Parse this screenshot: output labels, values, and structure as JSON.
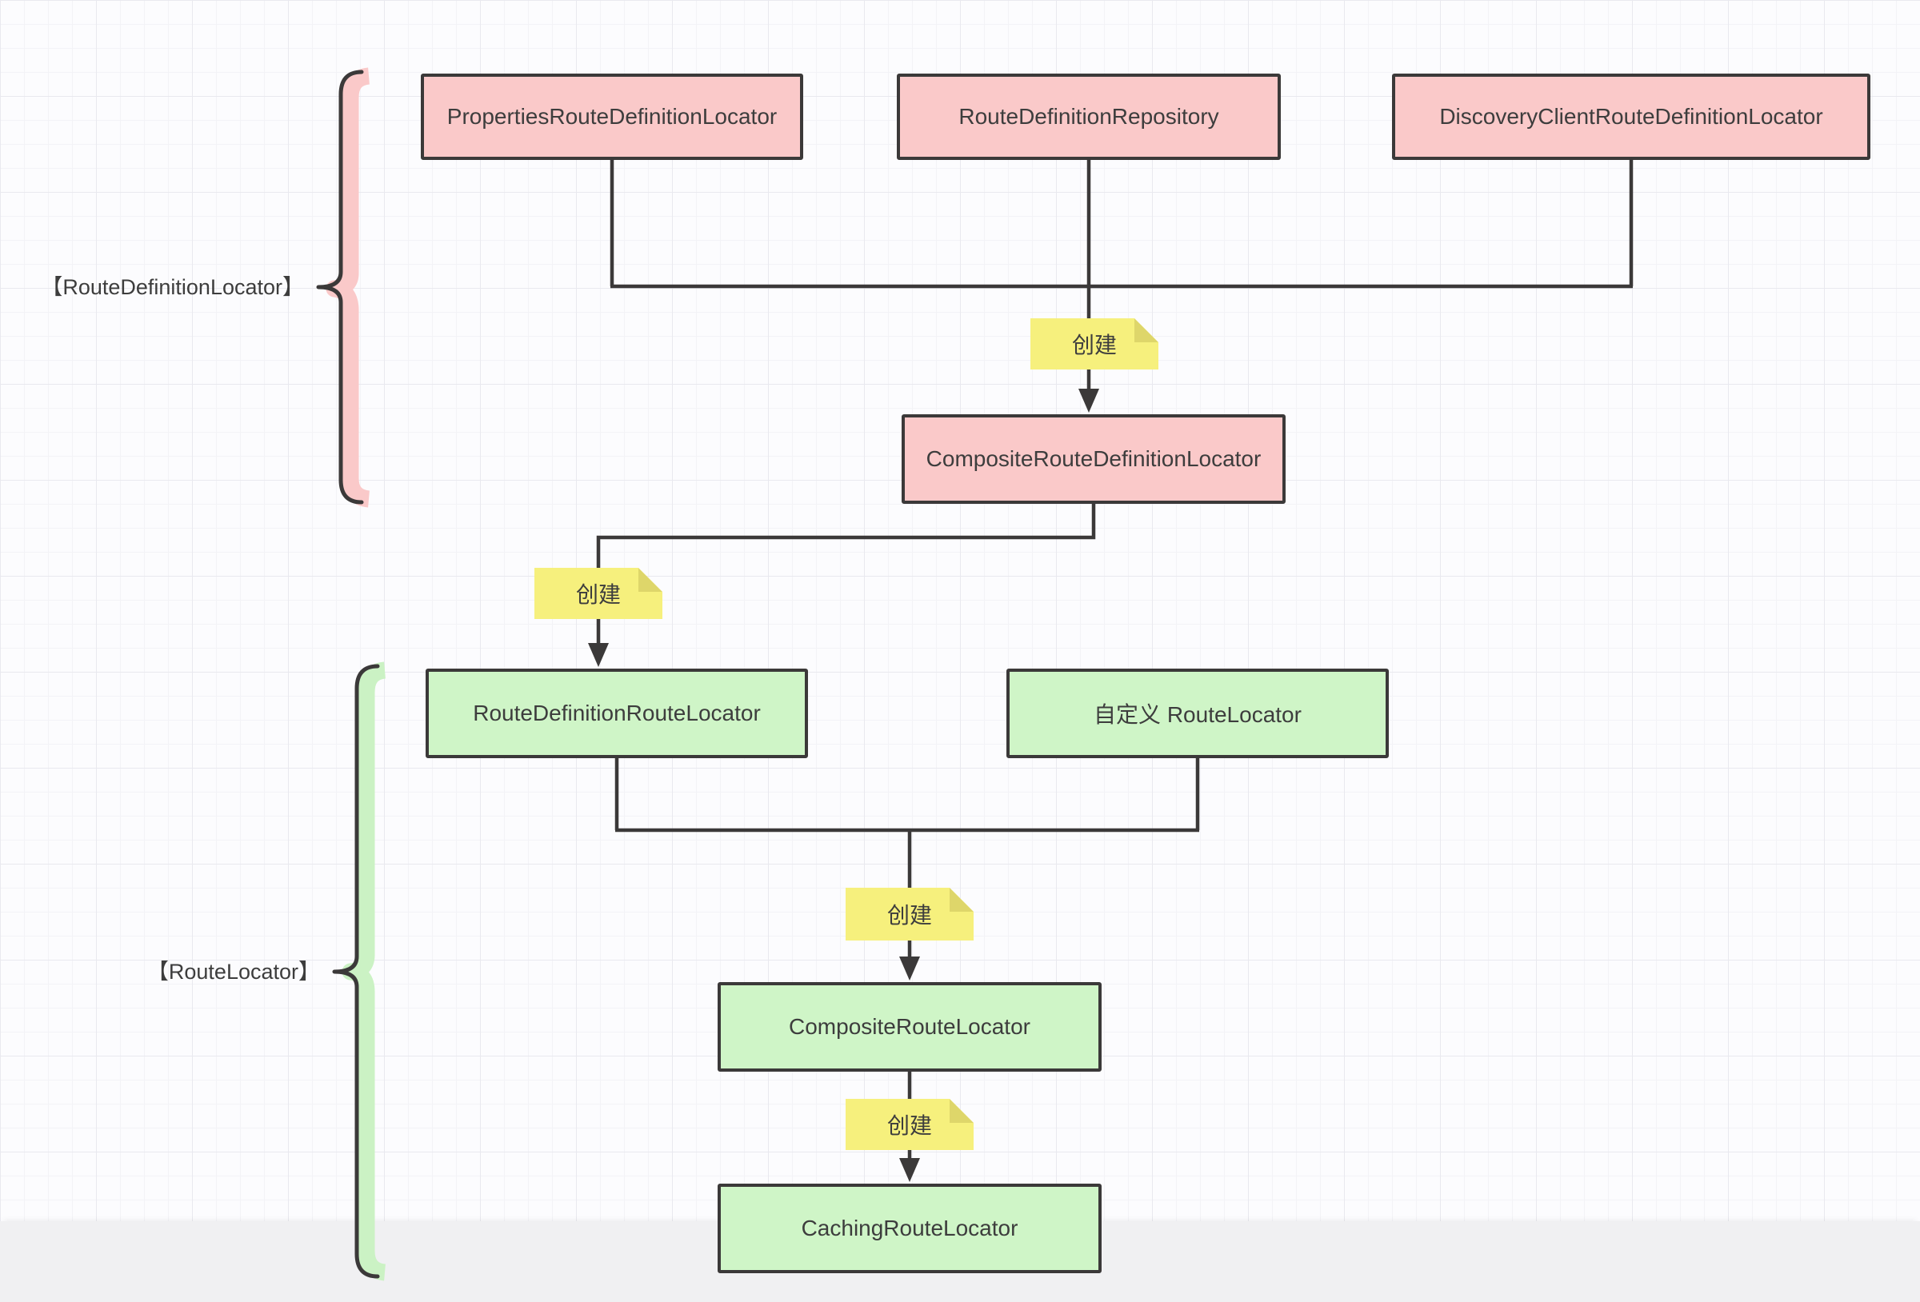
{
  "diagram": {
    "group_labels": {
      "route_definition_locator": "【RouteDefinitionLocator】",
      "route_locator": "【RouteLocator】"
    },
    "nodes": {
      "properties": {
        "label": "PropertiesRouteDefinitionLocator",
        "color": "#fac9c9"
      },
      "repository": {
        "label": "RouteDefinitionRepository",
        "color": "#fac9c9"
      },
      "discovery": {
        "label": "DiscoveryClientRouteDefinitionLocator",
        "color": "#fac9c9"
      },
      "composite_definition": {
        "label": "CompositeRouteDefinitionLocator",
        "color": "#fac9c9"
      },
      "route_definition_route": {
        "label": "RouteDefinitionRouteLocator",
        "color": "#cff5c7"
      },
      "custom_route": {
        "label": "自定义 RouteLocator",
        "color": "#cff5c7"
      },
      "composite_route": {
        "label": "CompositeRouteLocator",
        "color": "#cff5c7"
      },
      "caching_route": {
        "label": "CachingRouteLocator",
        "color": "#cff5c7"
      }
    },
    "notes": [
      {
        "label": "创建"
      },
      {
        "label": "创建"
      },
      {
        "label": "创建"
      },
      {
        "label": "创建"
      }
    ],
    "colors": {
      "pink_fill": "#fac9c9",
      "green_fill": "#cff5c7",
      "note_fill": "#f6f07d",
      "note_fold": "#ded66a",
      "stroke": "#3b3939",
      "text": "#3d3d3d",
      "canvas_bg": "#fcfcfe",
      "canvas_edge": "#f0f0f2"
    }
  }
}
